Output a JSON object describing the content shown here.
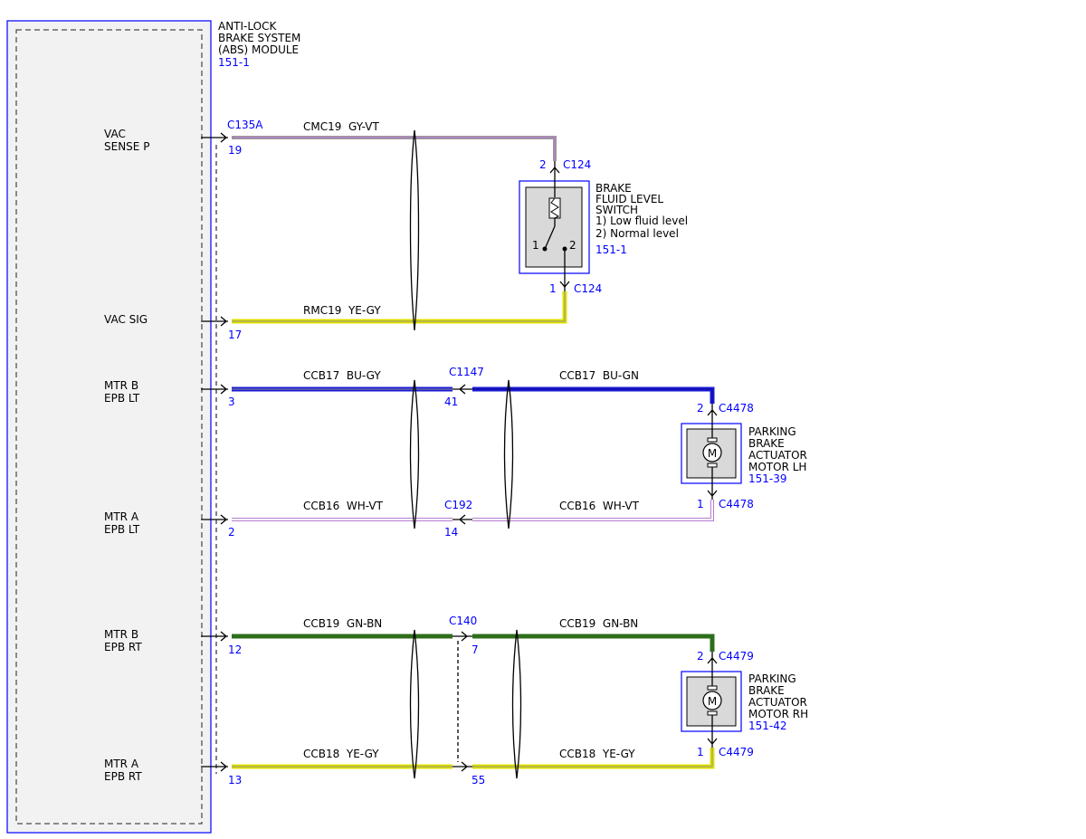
{
  "colors": {
    "module_border": "#0000ff",
    "component_fill": "#d9d9d9",
    "module_fill": "#f2f2f2",
    "label_text": "#000000",
    "connector_text": "#0000ff"
  },
  "module": {
    "title_lines": [
      "ANTI-LOCK",
      "BRAKE SYSTEM",
      "(ABS) MODULE"
    ],
    "ref": "151-1",
    "pins": [
      {
        "label_lines": [
          "VAC",
          "SENSE P"
        ],
        "pin": "19",
        "connector": "C135A"
      },
      {
        "label_lines": [
          "VAC SIG"
        ],
        "pin": "17",
        "connector": ""
      },
      {
        "label_lines": [
          "MTR B",
          "EPB LT"
        ],
        "pin": "3",
        "connector": ""
      },
      {
        "label_lines": [
          "MTR A",
          "EPB LT"
        ],
        "pin": "2",
        "connector": ""
      },
      {
        "label_lines": [
          "MTR B",
          "EPB RT"
        ],
        "pin": "12",
        "connector": ""
      },
      {
        "label_lines": [
          "MTR A",
          "EPB RT"
        ],
        "pin": "13",
        "connector": ""
      }
    ]
  },
  "circuits": [
    {
      "id": "CMC19",
      "color_code": "GY-VT",
      "label": "CMC19  GY-VT",
      "colors": [
        "#8f8f8f",
        "#b67bd0"
      ]
    },
    {
      "id": "RMC19",
      "color_code": "YE-GY",
      "label": "RMC19  YE-GY",
      "colors": [
        "#e0e000",
        "#8f8f8f"
      ]
    },
    {
      "id": "CCB17a",
      "color_code": "BU-GY",
      "label": "CCB17  BU-GY",
      "colors": [
        "#1a1ad6",
        "#8f8f8f"
      ]
    },
    {
      "id": "CCB17b",
      "color_code": "BU-GN",
      "label": "CCB17  BU-GN",
      "colors": [
        "#1a1ad6",
        "#00a000"
      ]
    },
    {
      "id": "CCB16a",
      "color_code": "WH-VT",
      "label": "CCB16  WH-VT",
      "colors": [
        "#ffffff",
        "#b67bd0"
      ]
    },
    {
      "id": "CCB16b",
      "color_code": "WH-VT",
      "label": "CCB16  WH-VT",
      "colors": [
        "#ffffff",
        "#b67bd0"
      ]
    },
    {
      "id": "CCB19a",
      "color_code": "GN-BN",
      "label": "CCB19  GN-BN",
      "colors": [
        "#2e6e1a",
        "#2e6e1a"
      ]
    },
    {
      "id": "CCB19b",
      "color_code": "GN-BN",
      "label": "CCB19  GN-BN",
      "colors": [
        "#2e6e1a",
        "#2e6e1a"
      ]
    },
    {
      "id": "CCB18a",
      "color_code": "YE-GY",
      "label": "CCB18  YE-GY",
      "colors": [
        "#e0e000",
        "#8f8f8f"
      ]
    },
    {
      "id": "CCB18b",
      "color_code": "YE-GY",
      "label": "CCB18  YE-GY",
      "colors": [
        "#e0e000",
        "#8f8f8f"
      ]
    }
  ],
  "inline_connectors": [
    {
      "name": "C1147",
      "pin_left": "41"
    },
    {
      "name": "C192",
      "pin_left": "14"
    },
    {
      "name": "C140",
      "pin_left": "7"
    },
    {
      "name": "",
      "pin_left": "55"
    }
  ],
  "brake_switch": {
    "title_lines": [
      "BRAKE",
      "FLUID LEVEL",
      "SWITCH",
      "1) Low fluid level",
      "2) Normal level"
    ],
    "ref": "151-1",
    "top_pin": "2",
    "top_connector": "C124",
    "bottom_pin": "1",
    "bottom_connector": "C124",
    "contact_left": "1",
    "contact_right": "2"
  },
  "motor_lh": {
    "title_lines": [
      "PARKING",
      "BRAKE",
      "ACTUATOR",
      "MOTOR LH"
    ],
    "ref": "151-39",
    "top_pin": "2",
    "top_connector": "C4478",
    "bottom_pin": "1",
    "bottom_connector": "C4478",
    "symbol": "M"
  },
  "motor_rh": {
    "title_lines": [
      "PARKING",
      "BRAKE",
      "ACTUATOR",
      "MOTOR RH"
    ],
    "ref": "151-42",
    "top_pin": "2",
    "top_connector": "C4479",
    "bottom_pin": "1",
    "bottom_connector": "C4479",
    "symbol": "M"
  }
}
